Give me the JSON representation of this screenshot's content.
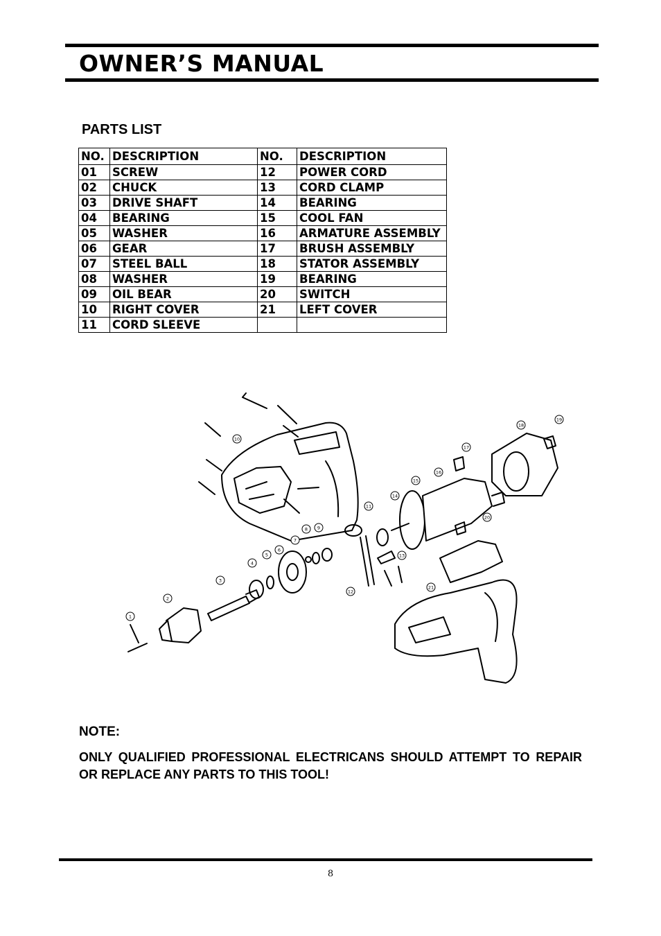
{
  "header": {
    "title": "OWNER’S MANUAL"
  },
  "parts_list": {
    "heading": "PARTS LIST",
    "columns": [
      "NO.",
      "DESCRIPTION",
      "NO.",
      "DESCRIPTION"
    ],
    "rows": [
      [
        "01",
        "SCREW",
        "12",
        "POWER CORD"
      ],
      [
        "02",
        "CHUCK",
        "13",
        "CORD CLAMP"
      ],
      [
        "03",
        "DRIVE SHAFT",
        "14",
        "BEARING"
      ],
      [
        "04",
        "BEARING",
        "15",
        "COOL FAN"
      ],
      [
        "05",
        "WASHER",
        "16",
        "ARMATURE ASSEMBLY"
      ],
      [
        "06",
        "GEAR",
        "17",
        "BRUSH ASSEMBLY"
      ],
      [
        "07",
        "STEEL BALL",
        "18",
        "STATOR ASSEMBLY"
      ],
      [
        "08",
        "WASHER",
        "19",
        "BEARING"
      ],
      [
        "09",
        "OIL BEAR",
        "20",
        "SWITCH"
      ],
      [
        "10",
        "RIGHT COVER",
        "21",
        "LEFT COVER"
      ],
      [
        "11",
        "CORD SLEEVE",
        "",
        ""
      ]
    ]
  },
  "diagram": {
    "callouts": [
      "1",
      "2",
      "3",
      "4",
      "5",
      "6",
      "7",
      "8",
      "9",
      "10",
      "11",
      "12",
      "13",
      "14",
      "15",
      "16",
      "17",
      "18",
      "19",
      "20",
      "21"
    ]
  },
  "note": {
    "heading": "NOTE:",
    "text": "ONLY QUALIFIED PROFESSIONAL ELECTRICANS SHOULD ATTEMPT TO REPAIR OR REPLACE ANY PARTS TO THIS TOOL!"
  },
  "footer": {
    "page_number": "8"
  }
}
